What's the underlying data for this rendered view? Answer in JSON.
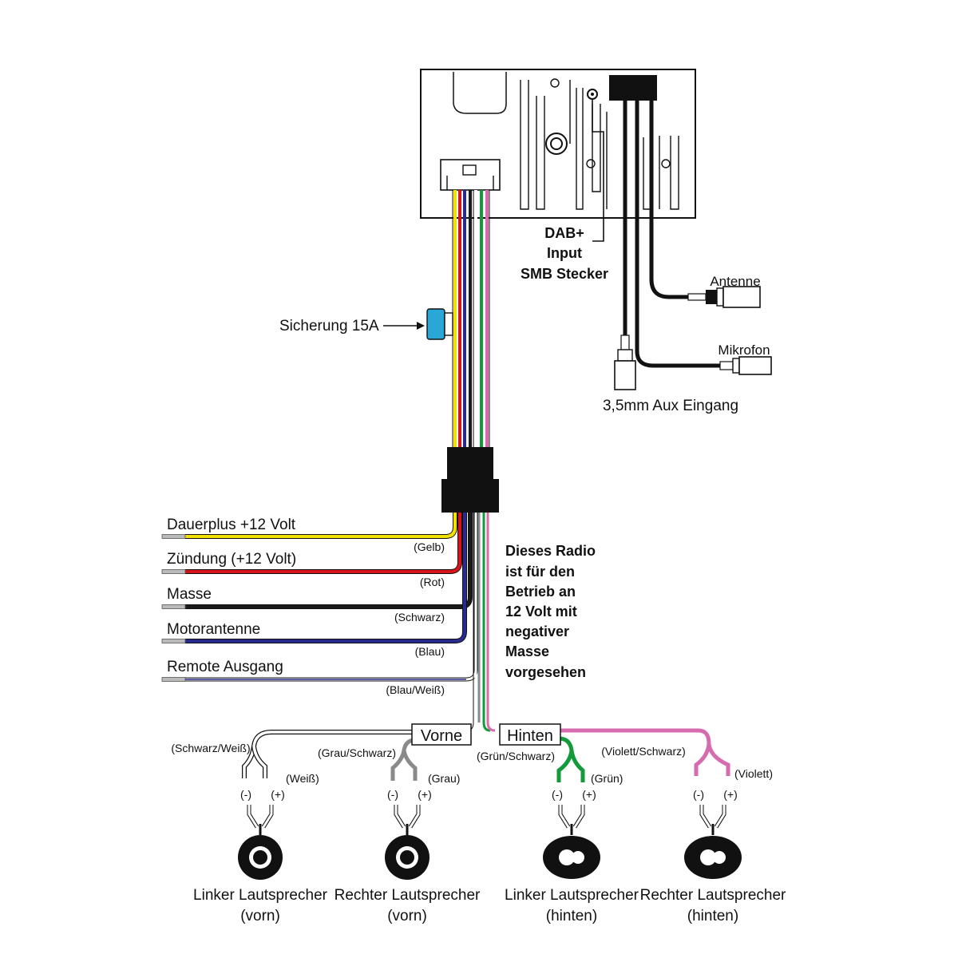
{
  "labels": {
    "dab": [
      "DAB+",
      "Input",
      "SMB Stecker"
    ],
    "antenna": "Antenne",
    "mic": "Mikrofon",
    "aux": "3,5mm Aux Eingang",
    "fuse": "Sicherung 15A",
    "note": [
      "Dieses Radio",
      "ist für den",
      "Betrieb an",
      "12 Volt mit",
      "negativer",
      "Masse",
      "vorgesehen"
    ],
    "front": "Vorne",
    "rear": "Hinten"
  },
  "power_wires": [
    {
      "name": "Dauerplus +12 Volt",
      "color_name": "(Gelb)",
      "color": "#f2e000"
    },
    {
      "name": "Zündung (+12 Volt)",
      "color_name": "(Rot)",
      "color": "#d7141a"
    },
    {
      "name": "Masse",
      "color_name": "(Schwarz)",
      "color": "#1a1a1a"
    },
    {
      "name": "Motorantenne",
      "color_name": "(Blau)",
      "color": "#2a2a8e"
    },
    {
      "name": "Remote Ausgang",
      "color_name": "(Blau/Weiß)",
      "color": "#2a2a8e"
    }
  ],
  "speakers": [
    {
      "line1": "Linker Lautsprecher",
      "line2": "(vorn)",
      "neg_wire": "(Schwarz/Weiß)",
      "pos_wire": "(Weiß)",
      "neg": "(-)",
      "pos": "(+)",
      "color": "#ffffff",
      "kind": "round"
    },
    {
      "line1": "Rechter Lautsprecher",
      "line2": "(vorn)",
      "neg_wire": "(Grau/Schwarz)",
      "pos_wire": "(Grau)",
      "neg": "(-)",
      "pos": "(+)",
      "color": "#8a8a8a",
      "kind": "round"
    },
    {
      "line1": "Linker Lautsprecher",
      "line2": "(hinten)",
      "neg_wire": "(Grün/Schwarz)",
      "pos_wire": "(Grün)",
      "neg": "(-)",
      "pos": "(+)",
      "color": "#139a3a",
      "kind": "oval"
    },
    {
      "line1": "Rechter Lautsprecher",
      "line2": "(hinten)",
      "neg_wire": "(Violett/Schwarz)",
      "pos_wire": "(Violett)",
      "neg": "(-)",
      "pos": "(+)",
      "color": "#d66bb0",
      "kind": "oval"
    }
  ],
  "colors": {
    "fuse": "#29a8d8",
    "green": "#139a3a",
    "violet": "#d66bb0",
    "gray": "#8a8a8a"
  }
}
